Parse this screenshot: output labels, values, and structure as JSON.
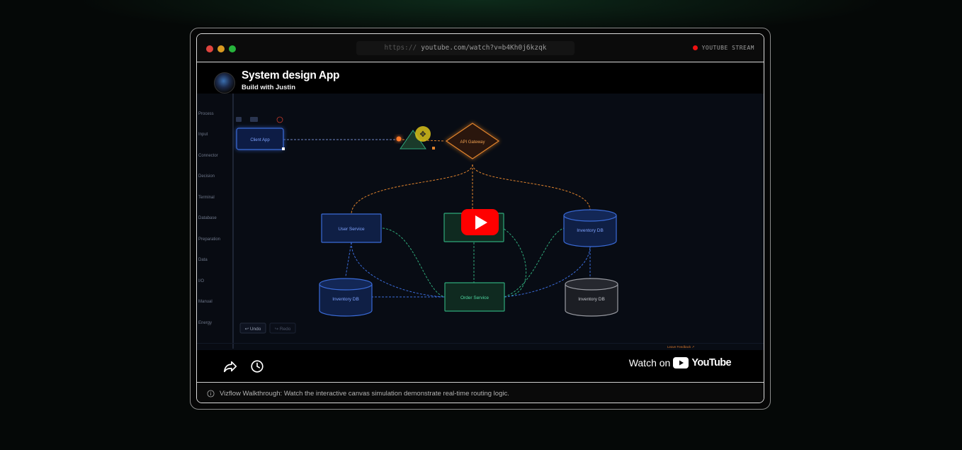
{
  "browser": {
    "url_scheme": "https://",
    "url": "youtube.com/watch?v=b4Kh0j6kzqk",
    "stream_label": "YOUTUBE STREAM"
  },
  "video": {
    "title": "System design App",
    "channel": "Build with Justin",
    "watch_on_label": "Watch on",
    "youtube_label": "YouTube"
  },
  "canvas": {
    "palette": [
      "Process",
      "Input",
      "Connector",
      "Decision",
      "Terminal",
      "Database",
      "Preparation",
      "Data",
      "I/O",
      "Manual",
      "Energy"
    ],
    "nodes": {
      "client_app": "Client App",
      "api_gateway": "API Gateway",
      "user_service": "User Service",
      "inventory_db_top": "Inventory DB",
      "inventory_db_left": "Inventory DB",
      "order_service": "Order Service",
      "inventory_db_right": "Inventory DB"
    },
    "undo_label": "↩ Undo",
    "redo_label": "↪ Redo",
    "feedback_label": "Leave Feedback ↗"
  },
  "footer": {
    "caption": "Vizflow Walkthrough: Watch the interactive canvas simulation demonstrate real-time routing logic."
  },
  "colors": {
    "accent_red": "#ff0000",
    "node_blue": "#3a6bd8",
    "node_green": "#2fa87a",
    "node_orange": "#e0832d"
  }
}
